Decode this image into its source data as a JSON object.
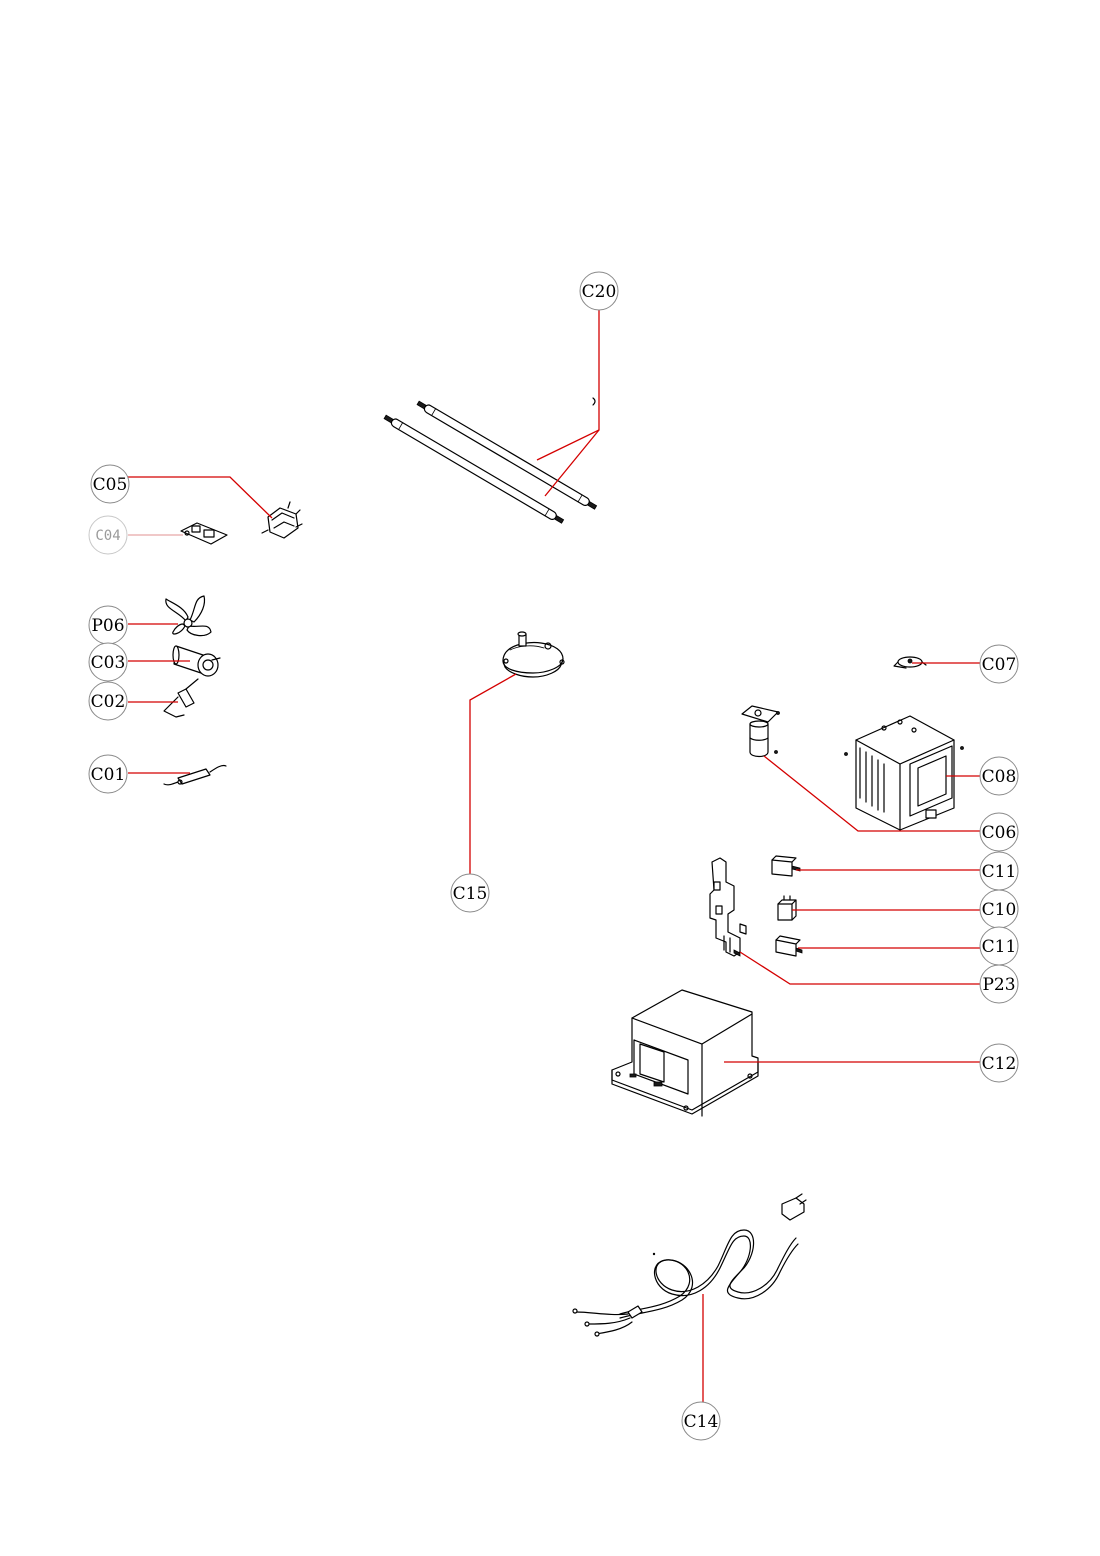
{
  "callouts": [
    {
      "id": "C20",
      "label": "C20"
    },
    {
      "id": "C05",
      "label": "C05"
    },
    {
      "id": "C04",
      "label": "C04"
    },
    {
      "id": "P06",
      "label": "P06"
    },
    {
      "id": "C03",
      "label": "C03"
    },
    {
      "id": "C02",
      "label": "C02"
    },
    {
      "id": "C01",
      "label": "C01"
    },
    {
      "id": "C15",
      "label": "C15"
    },
    {
      "id": "C07",
      "label": "C07"
    },
    {
      "id": "C08",
      "label": "C08"
    },
    {
      "id": "C06",
      "label": "C06"
    },
    {
      "id": "C11a",
      "label": "C11"
    },
    {
      "id": "C10",
      "label": "C10"
    },
    {
      "id": "C11b",
      "label": "C11"
    },
    {
      "id": "P23",
      "label": "P23"
    },
    {
      "id": "C12",
      "label": "C12"
    },
    {
      "id": "C14",
      "label": "C14"
    }
  ],
  "colors": {
    "leader": "#d40000",
    "circle_stroke": "#8a8a8a",
    "line_art": "#000000",
    "background": "#ffffff"
  }
}
